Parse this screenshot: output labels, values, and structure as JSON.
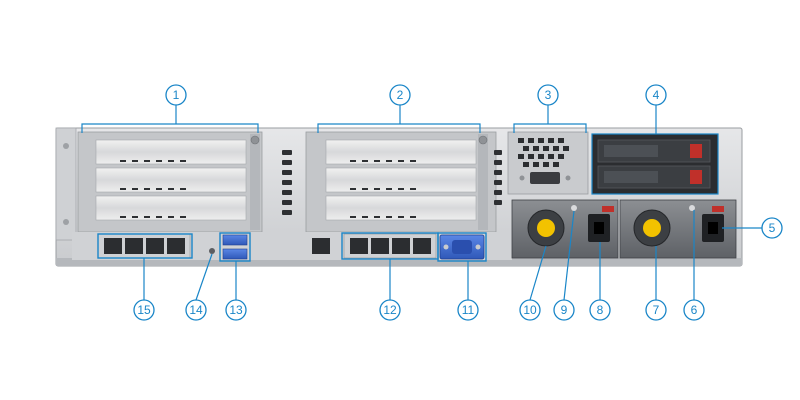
{
  "figure": {
    "subject": "2U rack server rear panel",
    "colors": {
      "callout": "#1a86c8",
      "chassis": "#d4d6d8",
      "chassis_dark": "#2b2d30",
      "port_blue": "#3f6fd6",
      "fan_yellow": "#f2c200",
      "led_red": "#c0302a"
    }
  },
  "callouts": [
    {
      "id": "c1",
      "label": "1"
    },
    {
      "id": "c2",
      "label": "2"
    },
    {
      "id": "c3",
      "label": "3"
    },
    {
      "id": "c4",
      "label": "4"
    },
    {
      "id": "c5",
      "label": "5"
    },
    {
      "id": "c6",
      "label": "6"
    },
    {
      "id": "c7",
      "label": "7"
    },
    {
      "id": "c8",
      "label": "8"
    },
    {
      "id": "c9",
      "label": "9"
    },
    {
      "id": "c10",
      "label": "10"
    },
    {
      "id": "c11",
      "label": "11"
    },
    {
      "id": "c12",
      "label": "12"
    },
    {
      "id": "c13",
      "label": "13"
    },
    {
      "id": "c14",
      "label": "14"
    },
    {
      "id": "c15",
      "label": "15"
    }
  ]
}
